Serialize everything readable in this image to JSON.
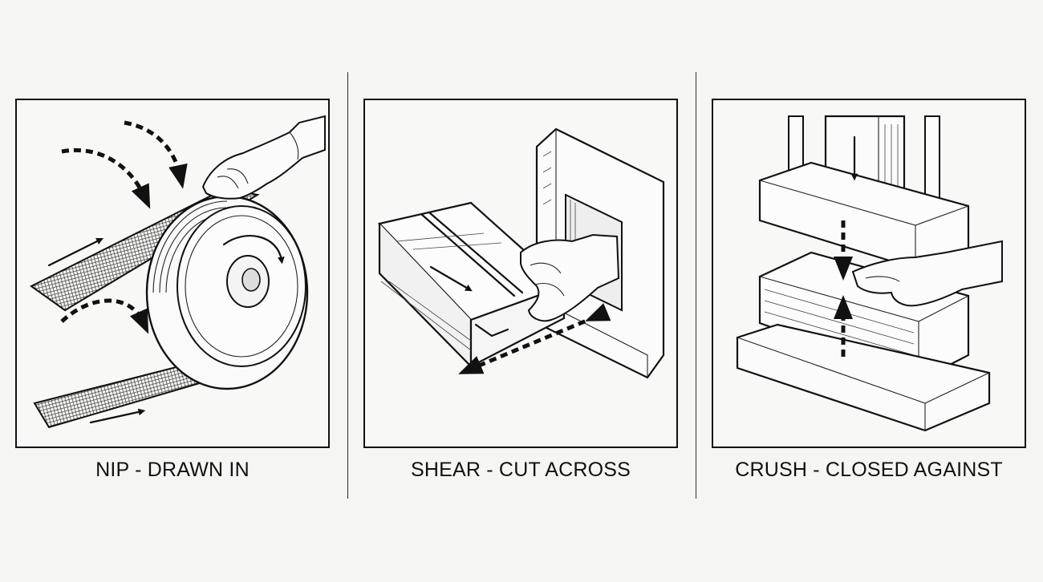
{
  "panels": [
    {
      "caption": "NIP - DRAWN IN",
      "icon": "belt-pulley-nip"
    },
    {
      "caption": "SHEAR - CUT ACROSS",
      "icon": "sliding-table-shear"
    },
    {
      "caption": "CRUSH - CLOSED AGAINST",
      "icon": "press-crush"
    }
  ],
  "colors": {
    "ink": "#111111",
    "paper": "#f8f8f6"
  }
}
